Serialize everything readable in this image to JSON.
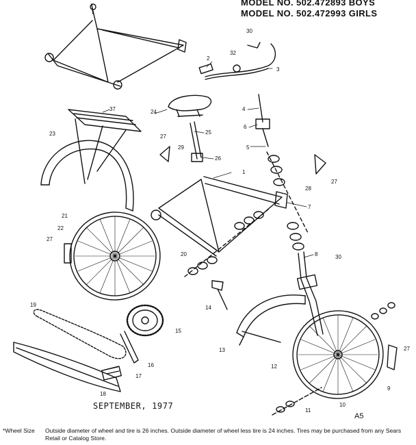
{
  "header": {
    "model_boys": "MODEL NO. 502.472893 BOYS",
    "model_girls": "MODEL NO. 502.472993 GIRLS"
  },
  "callouts": [
    "1",
    "2",
    "3",
    "4",
    "5",
    "6",
    "7",
    "8",
    "9",
    "10",
    "11",
    "12",
    "13",
    "14",
    "15",
    "16",
    "17",
    "18",
    "19",
    "20",
    "21",
    "22",
    "23",
    "24",
    "25",
    "26",
    "27",
    "28",
    "29",
    "30",
    "32",
    "37"
  ],
  "footer": {
    "date": "SEPTEMBER, 1977",
    "page_code": "A5",
    "note_key": "*Wheel Size",
    "note_text": "Outside diameter of wheel and tire is 26 inches. Outside diameter of wheel less tire is 24 inches. Tires may be purchased from any Sears Retail or Catalog Store."
  }
}
